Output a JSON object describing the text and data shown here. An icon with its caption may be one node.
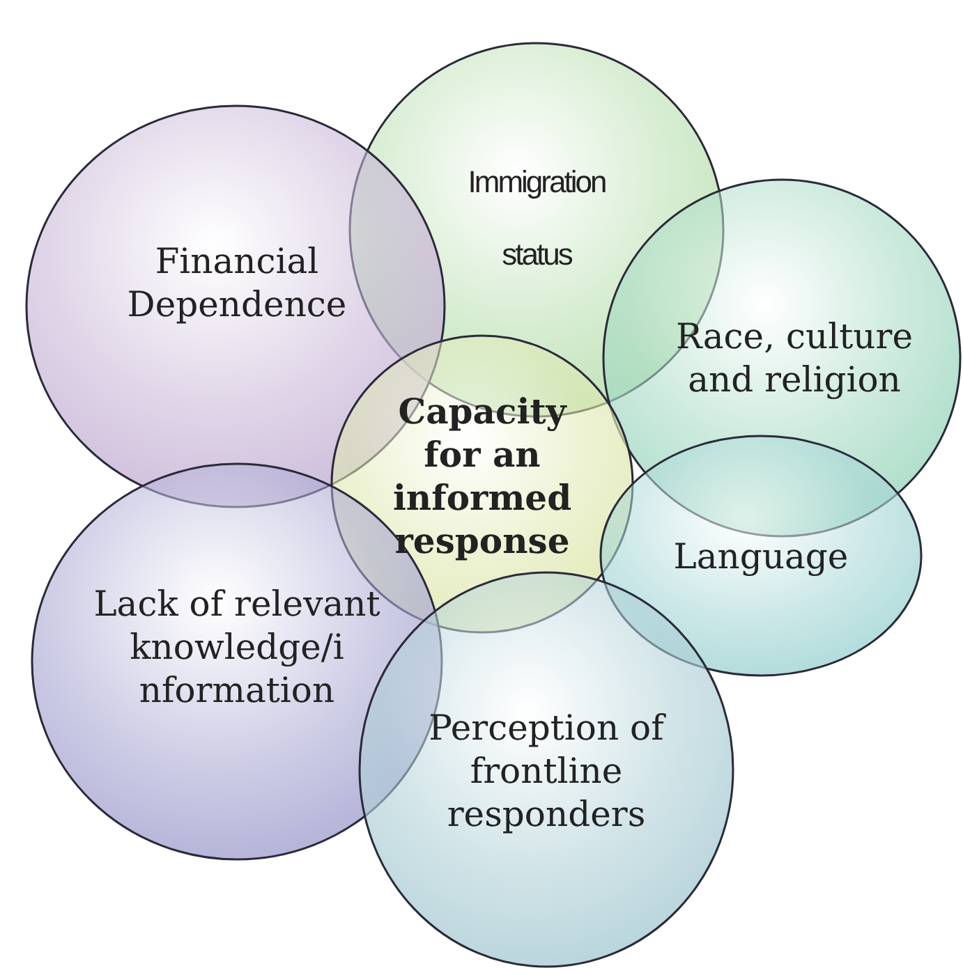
{
  "diagram": {
    "nodes": [
      {
        "text": [
          "Immigration status"
        ]
      },
      {
        "text": [
          "Financial Dependence"
        ]
      },
      {
        "text": [
          "Race, culture and religion"
        ]
      },
      {
        "text": [
          "Capacity for an informed response"
        ]
      },
      {
        "text": [
          "Language"
        ]
      },
      {
        "text": [
          "Lack of relevant knowledge/i nformation"
        ]
      },
      {
        "text": [
          "Perception of frontline responders"
        ]
      }
    ],
    "edges": []
  }
}
